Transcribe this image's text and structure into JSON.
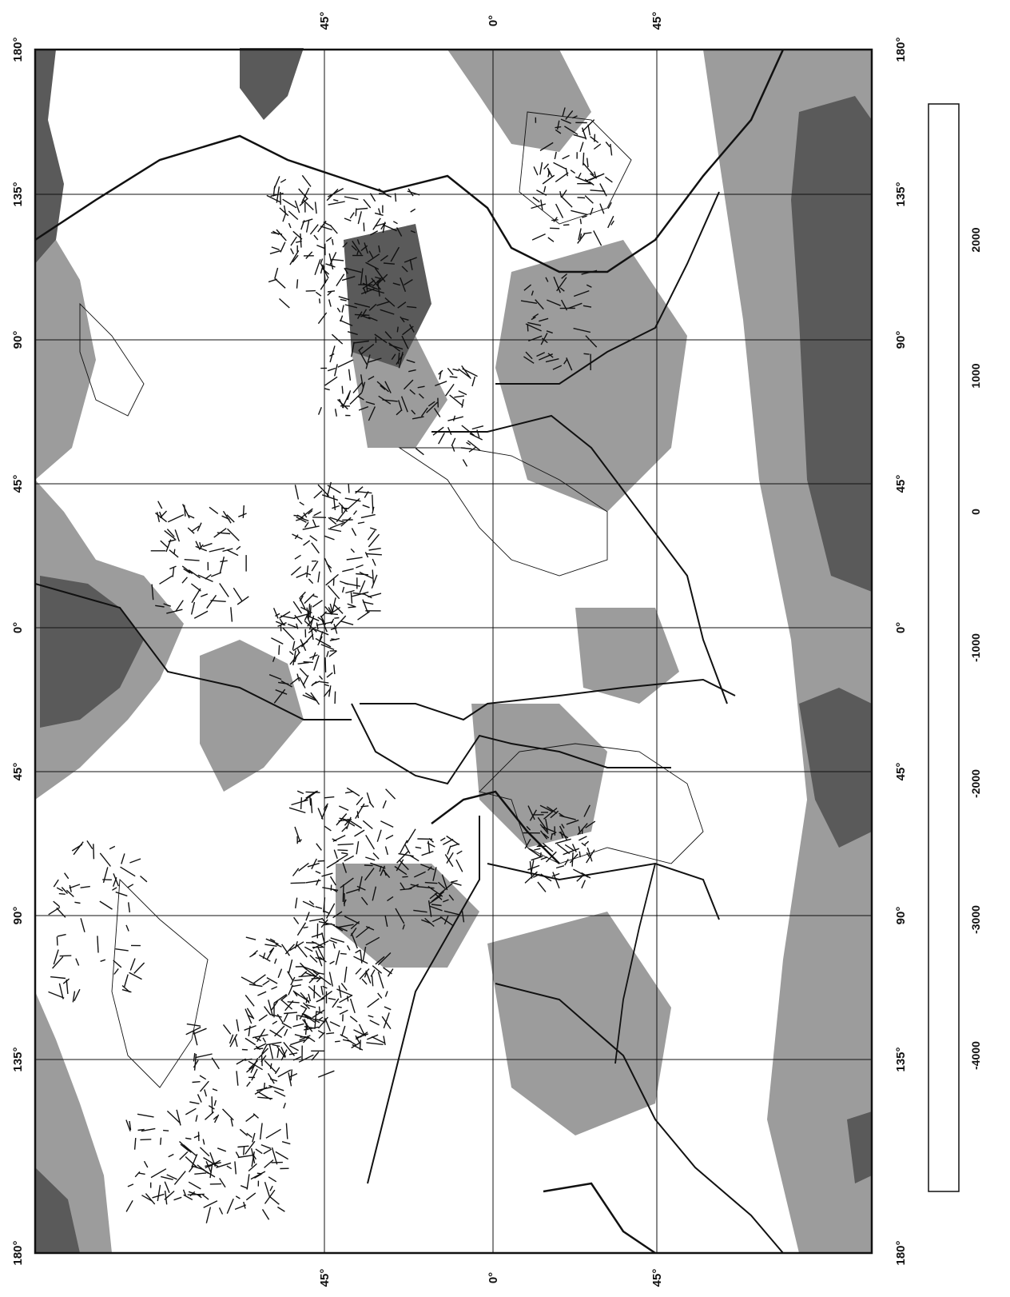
{
  "map": {
    "lon_ticks": [
      "180°",
      "135°",
      "90°",
      "45°",
      "0°",
      "45°",
      "90°",
      "135°",
      "180°"
    ],
    "lat_ticks": [
      "45°",
      "0°",
      "45°"
    ],
    "colors": {
      "deep": "#5a5a5a",
      "mid": "#9c9c9c",
      "light": "#ffffff",
      "line": "#111111"
    }
  },
  "colorbar": {
    "labels": [
      "2000",
      "1000",
      "0",
      "-1000",
      "-2000",
      "-3000",
      "-4000"
    ],
    "bands": [
      "#5a5a5a",
      "#9c9c9c",
      "#ffffff",
      "#ffffff",
      "#5a5a5a",
      "#9c9c9c",
      "#9c9c9c",
      "#ffffff"
    ]
  }
}
